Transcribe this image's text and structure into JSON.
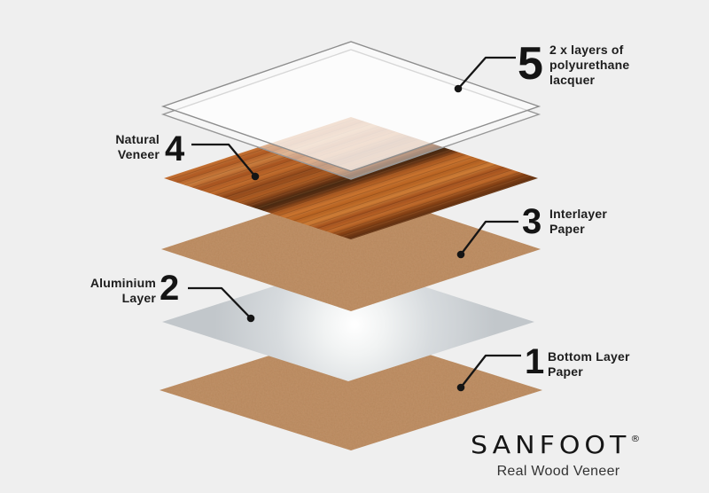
{
  "labels": [
    {
      "number": "5",
      "lines": [
        "2 x layers of",
        "polyurethane",
        "lacquer"
      ]
    },
    {
      "number": "4",
      "lines": [
        "Natural",
        "Veneer"
      ]
    },
    {
      "number": "3",
      "lines": [
        "Interlayer",
        "Paper"
      ]
    },
    {
      "number": "2",
      "lines": [
        "Aluminium",
        "Layer"
      ]
    },
    {
      "number": "1",
      "lines": [
        "Bottom Layer",
        "Paper"
      ]
    }
  ],
  "logo": {
    "brand": "SANFOOT",
    "registered_mark": "®",
    "tagline": "Real Wood Veneer"
  },
  "colors": {
    "background": "#efefef",
    "kraft_paper": "#bd8b60",
    "aluminium_base": "#c2c7cb",
    "aluminium_highlight": "#ffffff",
    "wood_base": "#c06a2a",
    "wood_dark_streak": "#472810",
    "lacquer_fill": "rgba(255,255,255,0.62)",
    "lacquer_outline": "#8d8d8d",
    "label_text": "#1d1d1d",
    "leader_line": "#151515"
  }
}
